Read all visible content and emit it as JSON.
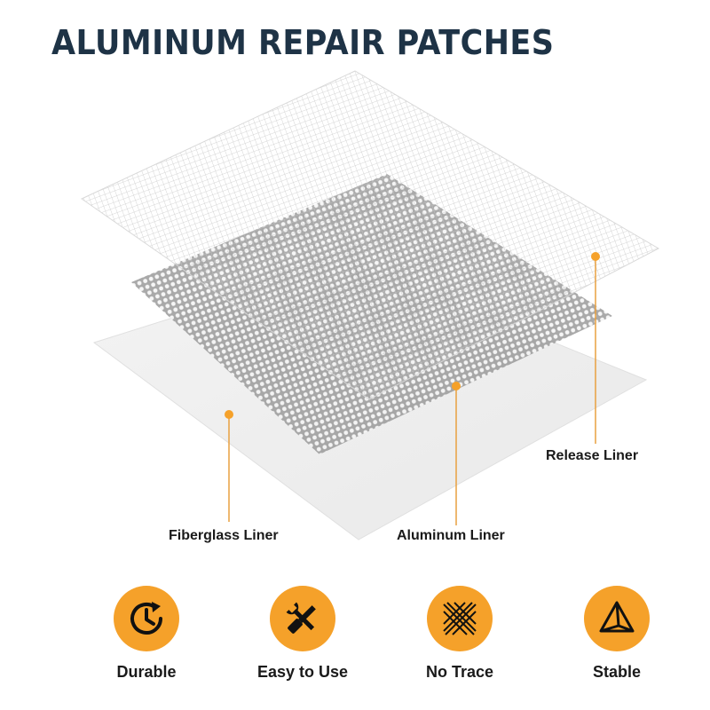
{
  "title": "ALUMINUM REPAIR PATCHES",
  "colors": {
    "accent": "#f5a12a",
    "title": "#1e3346",
    "line": "#e8a040"
  },
  "layers": [
    {
      "label": "Release Liner"
    },
    {
      "label": "Aluminum Liner"
    },
    {
      "label": "Fiberglass Liner"
    }
  ],
  "features": [
    {
      "label": "Durable",
      "icon": "clock-arrow-icon"
    },
    {
      "label": "Easy to Use",
      "icon": "wrench-screwdriver-icon"
    },
    {
      "label": "No Trace",
      "icon": "mesh-pattern-icon"
    },
    {
      "label": "Stable",
      "icon": "pyramid-icon"
    }
  ]
}
